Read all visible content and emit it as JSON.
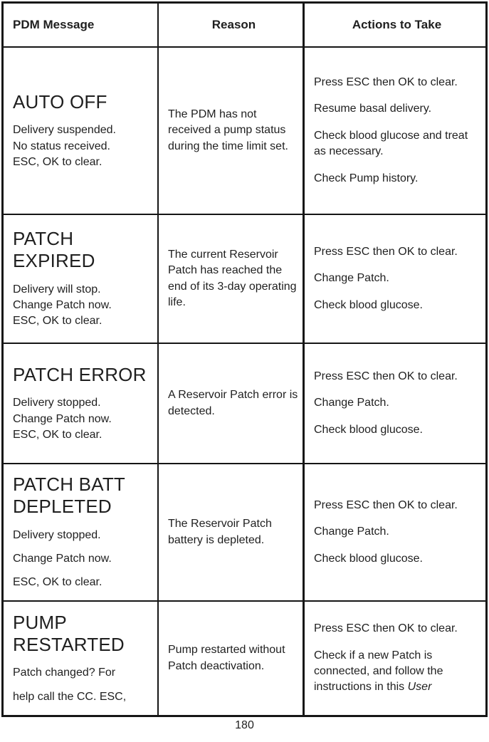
{
  "page": {
    "number": "180"
  },
  "table": {
    "headers": [
      "PDM Message",
      "Reason",
      "Actions to Take"
    ],
    "rows": [
      {
        "title": "AUTO OFF",
        "message_lines": [
          "Delivery suspended.",
          "No status received.",
          "ESC, OK to clear."
        ],
        "reason": "The PDM has not received a pump status during the time limit set.",
        "actions": [
          "Press ESC then OK to clear.",
          "Resume basal delivery.",
          "Check blood glucose and treat as necessary.",
          "Check Pump history."
        ]
      },
      {
        "title": "PATCH EXPIRED",
        "message_lines": [
          "Delivery will stop.",
          "Change Patch now.",
          "ESC, OK to clear."
        ],
        "reason": "The current Reservoir Patch has reached the end of its 3-day operating life.",
        "actions": [
          "Press ESC then OK to clear.",
          "Change Patch.",
          "Check blood glucose."
        ]
      },
      {
        "title": "PATCH ERROR",
        "message_lines": [
          "Delivery stopped.",
          "Change Patch now.",
          "ESC, OK to clear."
        ],
        "reason": "A Reservoir Patch error is detected.",
        "actions": [
          "Press ESC then OK to clear.",
          "Change Patch.",
          "Check blood glucose."
        ]
      },
      {
        "title": "PATCH BATT DEPLETED",
        "message_lines": [
          "Delivery stopped.",
          "Change Patch now.",
          "ESC, OK to clear."
        ],
        "reason": "The Reservoir Patch battery is depleted.",
        "actions": [
          "Press ESC then OK to clear.",
          "Change Patch.",
          "Check blood glucose."
        ]
      },
      {
        "title": "PUMP RESTARTED",
        "message_lines": [
          "Patch changed? For",
          "help call the CC. ESC,"
        ],
        "reason": "Pump restarted without Patch deactivation.",
        "actions": [
          "Press ESC then OK to clear.",
          {
            "text": "Check if a new Patch is connected, and follow the instructions in this ",
            "italic": "User"
          }
        ]
      }
    ]
  }
}
